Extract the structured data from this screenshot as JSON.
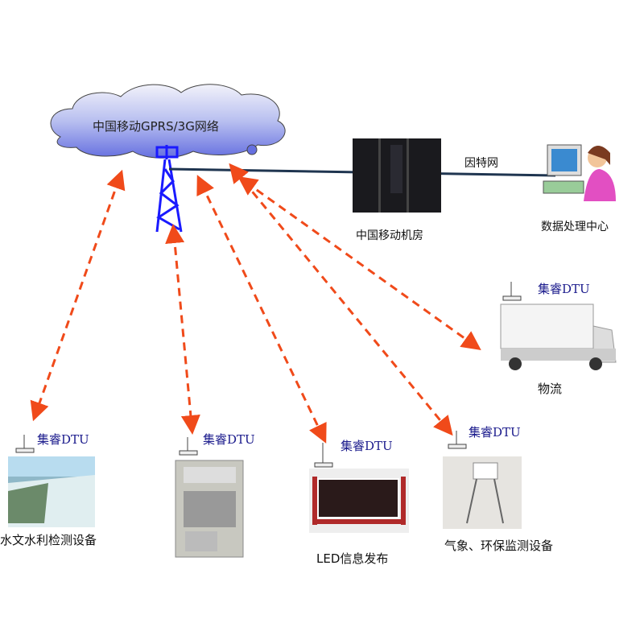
{
  "cloud": {
    "label": "中国移动GPRS/3G网络"
  },
  "server_room": {
    "label": "中国移动机房"
  },
  "internet": {
    "label": "因特网"
  },
  "data_center": {
    "label": "数据处理中心"
  },
  "dtu_label": "集睿DTU",
  "devices": [
    {
      "label": "水文水利检测设备",
      "dtu": "集睿DTU"
    },
    {
      "label": "",
      "dtu": "集睿DTU"
    },
    {
      "label": "LED信息发布",
      "dtu": "集睿DTU"
    },
    {
      "label": "气象、环保监测设备",
      "dtu": "集睿DTU"
    },
    {
      "label": "物流",
      "dtu": "集睿DTU"
    }
  ],
  "colors": {
    "arrow": "#f04a1a",
    "tower": "#1a1aff",
    "line": "#1f3550",
    "dtu_text": "#1a1a8c"
  }
}
